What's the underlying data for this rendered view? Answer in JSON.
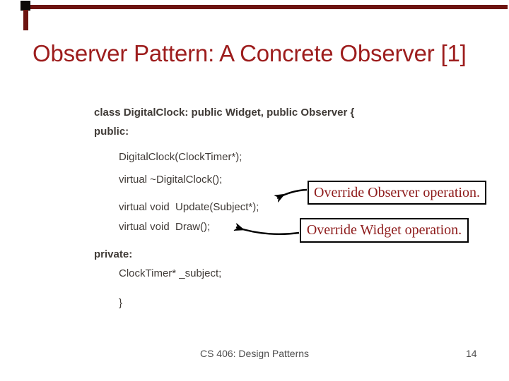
{
  "slide": {
    "title": "Observer Pattern: A Concrete Observer [1]",
    "code": {
      "lines": [
        {
          "text": "class DigitalClock: public Widget, public Observer {",
          "bold": true
        },
        {
          "text": "public:",
          "bold": true
        },
        {
          "text": "DigitalClock(ClockTimer*);",
          "bold": false
        },
        {
          "text": "virtual ~DigitalClock();",
          "bold": false
        },
        {
          "text": "virtual void  Update(Subject*);",
          "bold": false
        },
        {
          "text": "virtual void  Draw();",
          "bold": false
        },
        {
          "text": "private:",
          "bold": true
        },
        {
          "text": "ClockTimer* _subject;",
          "bold": false
        },
        {
          "text": "}",
          "bold": false
        }
      ]
    },
    "callouts": [
      {
        "text": "Override Observer operation."
      },
      {
        "text": "Override Widget operation."
      }
    ],
    "footer": {
      "course": "CS 406: Design Patterns",
      "page_number": "14"
    },
    "colors": {
      "background": "#ffffff",
      "title_red": "#9d1d1d",
      "accent_maroon": "#6d1410",
      "deco_black": "#0d0a08",
      "code_text": "#403b37",
      "callout_text_red": "#8e1b1b",
      "callout_border": "#000000",
      "arrow_black": "#000000",
      "footer_gray": "#4d4d4d"
    }
  }
}
